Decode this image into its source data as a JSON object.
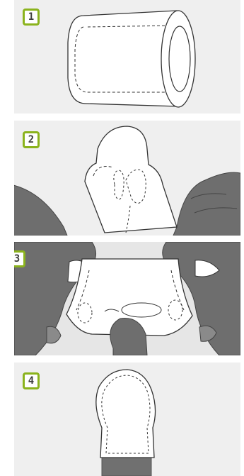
{
  "steps": [
    {
      "number": "1"
    },
    {
      "number": "2"
    },
    {
      "number": "3"
    },
    {
      "number": "4"
    }
  ],
  "colors": {
    "badge_border": "#8bb31d",
    "panel_background": "#efefef",
    "hand": "#6e6e6e",
    "outline": "#3a3a3a"
  }
}
